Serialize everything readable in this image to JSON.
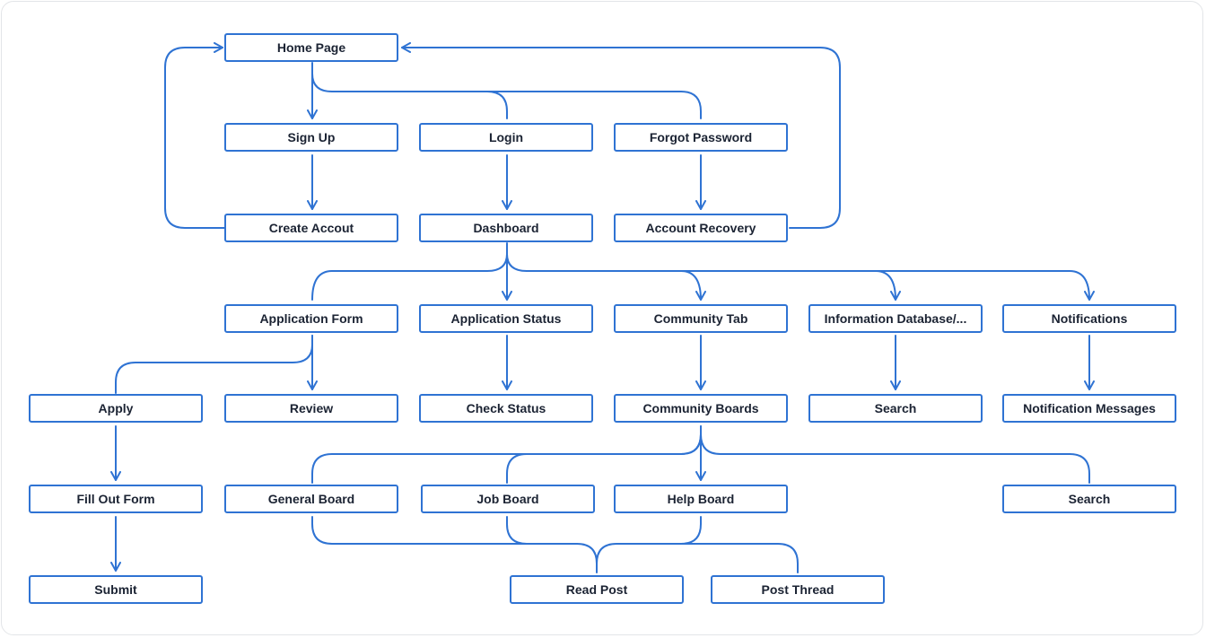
{
  "colors": {
    "line": "#2f73d3",
    "node_text": "#1b2333",
    "border": "#e3e5e8",
    "background": "#ffffff"
  },
  "nodes": {
    "home_page": "Home Page",
    "sign_up": "Sign Up",
    "login": "Login",
    "forgot_password": "Forgot Password",
    "create_account": "Create Accout",
    "dashboard": "Dashboard",
    "account_recovery": "Account Recovery",
    "application_form": "Application Form",
    "application_status": "Application Status",
    "community_tab": "Community Tab",
    "information_database": "Information Database/...",
    "notifications": "Notifications",
    "apply": "Apply",
    "review": "Review",
    "check_status": "Check Status",
    "community_boards": "Community Boards",
    "search_info": "Search",
    "notification_messages": "Notification Messages",
    "fill_out_form": "Fill Out Form",
    "general_board": "General Board",
    "job_board": "Job Board",
    "help_board": "Help Board",
    "search_boards": "Search",
    "submit": "Submit",
    "read_post": "Read Post",
    "post_thread": "Post Thread"
  }
}
